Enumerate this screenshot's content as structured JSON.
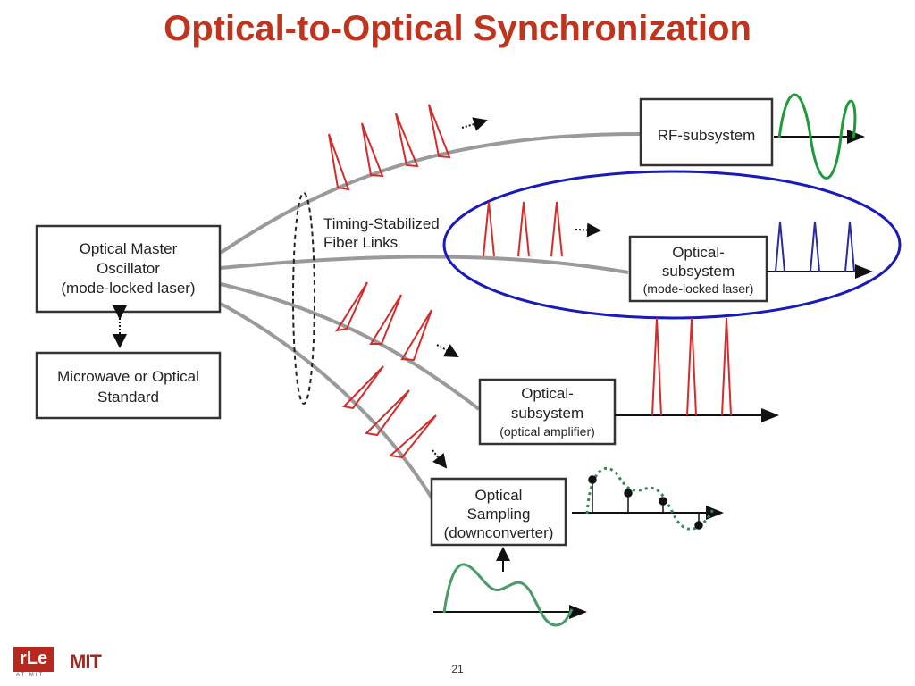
{
  "title": "Optical-to-Optical Synchronization",
  "boxes": {
    "master": [
      "Optical Master",
      "Oscillator",
      "(mode-locked laser)"
    ],
    "standard": [
      "Microwave or Optical",
      "Standard"
    ],
    "rf": [
      "RF-subsystem"
    ],
    "optical_ml": [
      "Optical-",
      "subsystem",
      "(mode-locked laser)"
    ],
    "optical_amp": [
      "Optical-",
      "subsystem",
      "(optical amplifier)"
    ],
    "sampling": [
      "Optical",
      "Sampling",
      "(downconverter)"
    ]
  },
  "fiber_label": [
    "Timing-Stabilized",
    "Fiber Links"
  ],
  "page_number": "21",
  "logos": {
    "rle": "rLe",
    "rle_sub": "AT MIT",
    "mit": "MIT"
  },
  "colors": {
    "title": "#c0341d",
    "pulse_red": "#d42b2b",
    "pulse_blue": "#2b2b9a",
    "sine_green": "#1e9a3a",
    "highlight_ellipse": "#1a1ab8",
    "fiber": "#9a9a9a"
  }
}
